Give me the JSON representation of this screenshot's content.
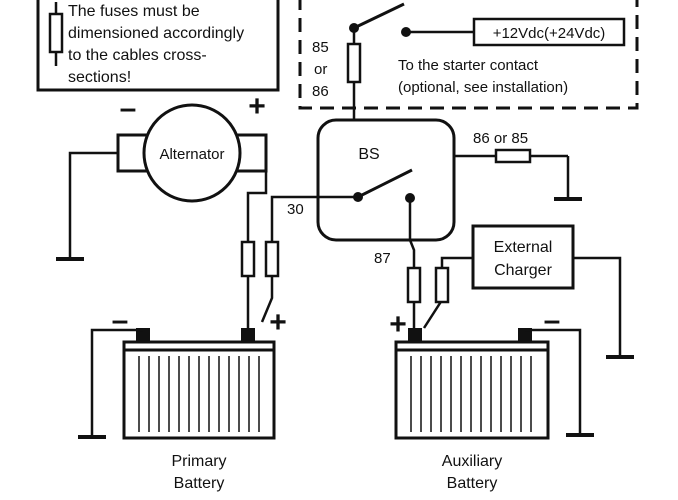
{
  "note": {
    "lines": [
      "The fuses must be",
      "dimensioned accordingly",
      "to the cables cross-",
      "sections!"
    ]
  },
  "alternator": {
    "label": "Alternator",
    "minus": "–",
    "plus": "+"
  },
  "starter_relay": {
    "terminal_85": "85",
    "or": "or",
    "terminal_86": "86",
    "supply": "+12Vdc(+24Vdc)",
    "contact_lines": [
      "To the starter contact",
      "(optional, see installation)"
    ]
  },
  "bs": {
    "label": "BS",
    "terminal_30": "30",
    "terminal_87": "87",
    "ground_terminal": "86 or 85"
  },
  "charger": {
    "lines": [
      "External",
      "Charger"
    ]
  },
  "primary_battery": {
    "lines": [
      "Primary",
      "Battery"
    ],
    "minus": "–",
    "plus": "+"
  },
  "auxiliary_battery": {
    "lines": [
      "Auxiliary",
      "Battery"
    ],
    "minus": "–",
    "plus": "+"
  }
}
